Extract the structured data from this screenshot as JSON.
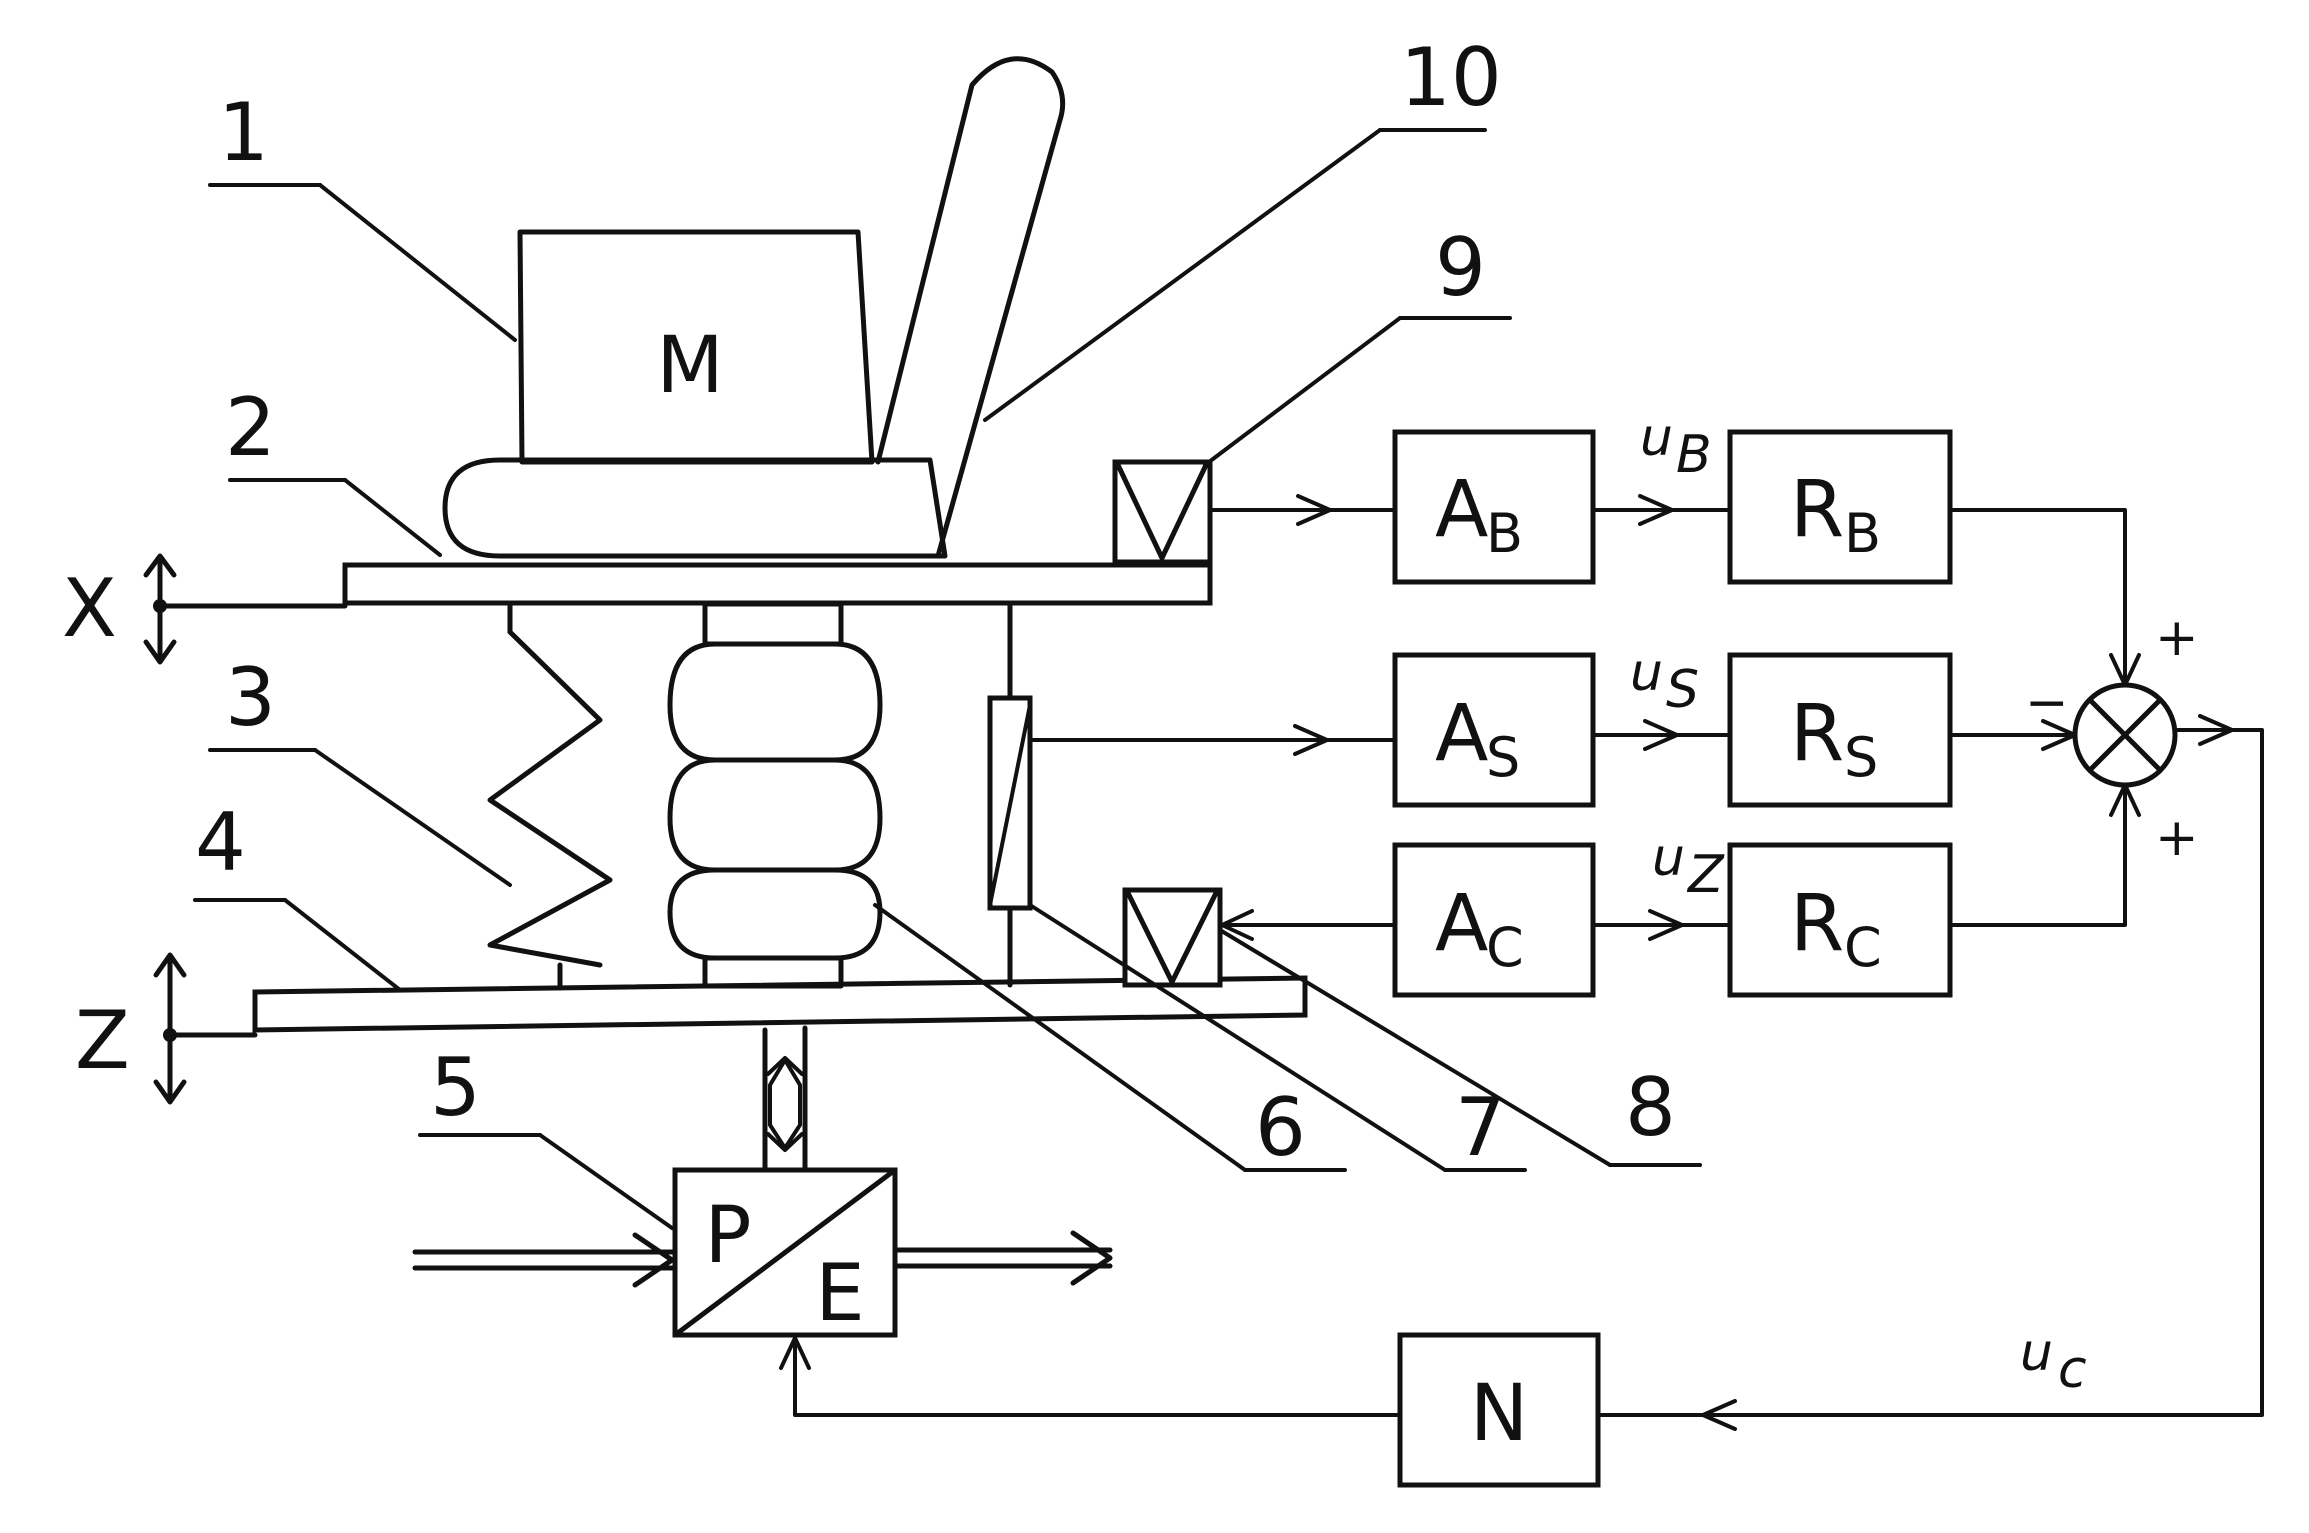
{
  "diagram": {
    "mass_label": "M",
    "part_numbers": {
      "n1": "1",
      "n2": "2",
      "n3": "3",
      "n4": "4",
      "n5": "5",
      "n6": "6",
      "n7": "7",
      "n8": "8",
      "n9": "9",
      "n10": "10"
    },
    "axes": {
      "x": "X",
      "z": "Z"
    },
    "converter": {
      "top": "P",
      "bottom": "E"
    },
    "amplifiers": {
      "ab": {
        "main": "A",
        "sub": "B"
      },
      "as": {
        "main": "A",
        "sub": "S"
      },
      "ac": {
        "main": "A",
        "sub": "C"
      }
    },
    "regulators": {
      "rb": {
        "main": "R",
        "sub": "B"
      },
      "rs": {
        "main": "R",
        "sub": "S"
      },
      "rc": {
        "main": "R",
        "sub": "C"
      }
    },
    "signals": {
      "ub": {
        "main": "u",
        "sub": "B"
      },
      "us": {
        "main": "u",
        "sub": "S"
      },
      "uz": {
        "main": "u",
        "sub": "Z"
      },
      "uc": {
        "main": "u",
        "sub": "c"
      }
    },
    "summer_signs": {
      "top": "+",
      "left": "−",
      "bottom": "+"
    },
    "nonlinear_block": "N"
  }
}
